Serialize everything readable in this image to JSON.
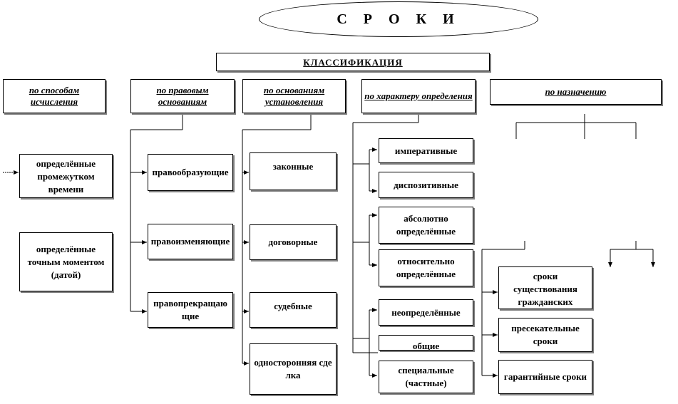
{
  "title": "С Р О К И",
  "classification": "КЛАССИФИКАЦИЯ",
  "headers": {
    "by_calculation": "по способам исчисления",
    "by_legal_grounds": "по правовым основаниям",
    "by_establishment": "по основаниям установления",
    "by_definition": "по характеру определения",
    "by_purpose": "по  назначению"
  },
  "col_calculation": {
    "period": "определённые промежутком времени",
    "moment": "определённые точным моментом (датой)"
  },
  "col_legal": {
    "forming": "правообразующие",
    "changing": "правоизменяющие",
    "terminating": "правопрекращающие"
  },
  "col_establishment": {
    "statutory": "законные",
    "contractual": "договорные",
    "judicial": "судебные",
    "unilateral": "односторонняя сделка"
  },
  "col_definition": {
    "imperative": "императивные",
    "dispositive": "диспозитивные",
    "absolute": "абсолютно определённые",
    "relative": "относительно определённые",
    "indefinite": "неопределённые",
    "general": "общие",
    "special": "специальные (частные)"
  },
  "col_purpose": {
    "existence": "сроки существования гражданских",
    "preclusive": "пресекательные сроки",
    "warranty": "гарантийные сроки"
  }
}
